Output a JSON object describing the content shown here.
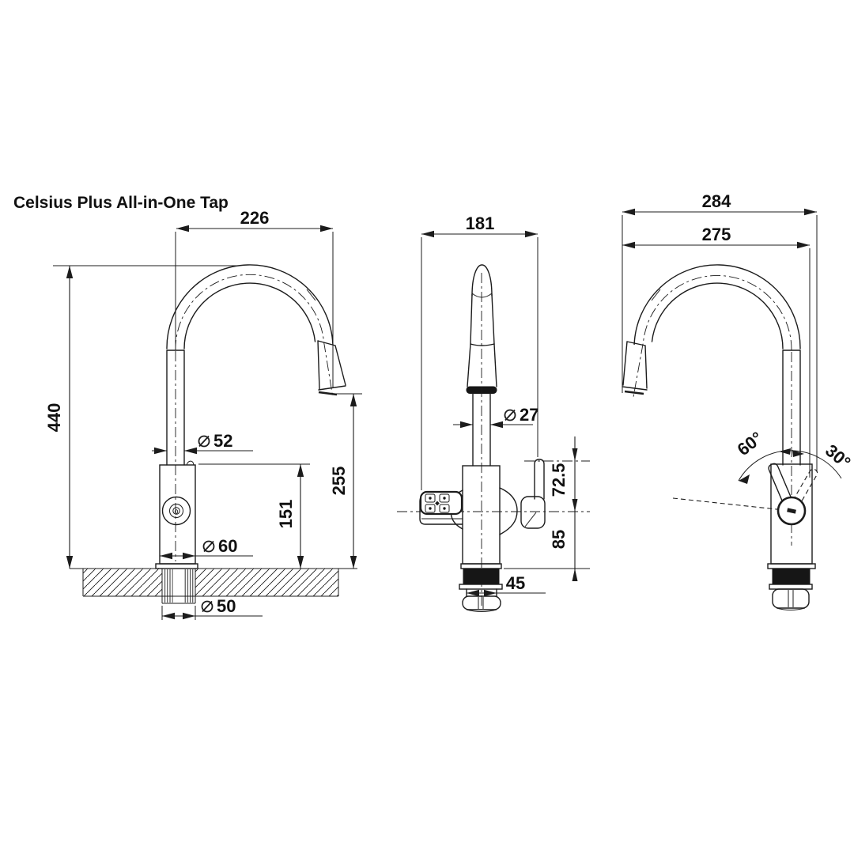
{
  "title": "Celsius Plus All-in-One Tap",
  "side_view": {
    "reach": "226",
    "height": "440",
    "outlet_height": "255",
    "body_height": "151",
    "d52": "52",
    "d60": "60",
    "d50": "50"
  },
  "front_view": {
    "width": "181",
    "d27": "27",
    "lever_height": "72.5",
    "deck_height": "85",
    "shank": "45"
  },
  "rear_view": {
    "reach_outer": "284",
    "reach": "275",
    "swing_left": "60°",
    "swing_right": "30°"
  }
}
